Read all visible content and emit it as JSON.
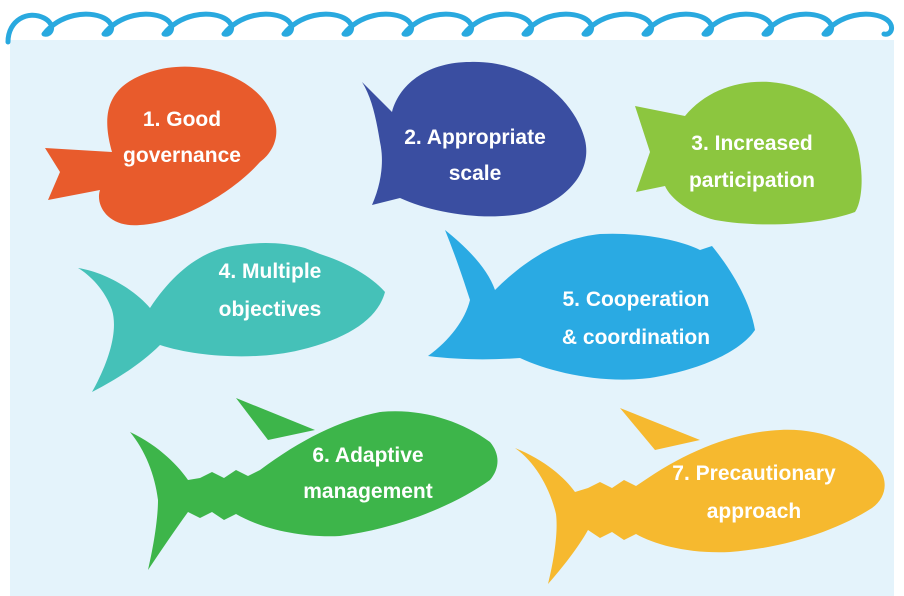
{
  "colors": {
    "water": "#e4f3fb",
    "wave": "#29a9df",
    "fish_1": "#e85b2c",
    "fish_2": "#3a4ea1",
    "fish_3": "#8cc63f",
    "fish_4": "#45c1b8",
    "fish_5": "#2aaae3",
    "fish_6": "#3db54a",
    "fish_7": "#f6b92f",
    "label_text": "#ffffff"
  },
  "fish": [
    {
      "shape": "tang-fish",
      "color_key": "fish_1",
      "lines": [
        "1. Good",
        "governance"
      ]
    },
    {
      "shape": "tang-fish",
      "color_key": "fish_2",
      "lines": [
        "2. Appropriate",
        "scale"
      ]
    },
    {
      "shape": "tang-fish",
      "color_key": "fish_3",
      "lines": [
        "3. Increased",
        "participation"
      ]
    },
    {
      "shape": "jack-fish",
      "color_key": "fish_4",
      "lines": [
        "4. Multiple",
        "objectives"
      ]
    },
    {
      "shape": "jack-fish",
      "color_key": "fish_5",
      "lines": [
        "5. Cooperation",
        "& coordination"
      ]
    },
    {
      "shape": "tuna-fish",
      "color_key": "fish_6",
      "lines": [
        "6. Adaptive",
        "management"
      ]
    },
    {
      "shape": "tuna-fish",
      "color_key": "fish_7",
      "lines": [
        "7. Precautionary",
        "approach"
      ]
    }
  ]
}
